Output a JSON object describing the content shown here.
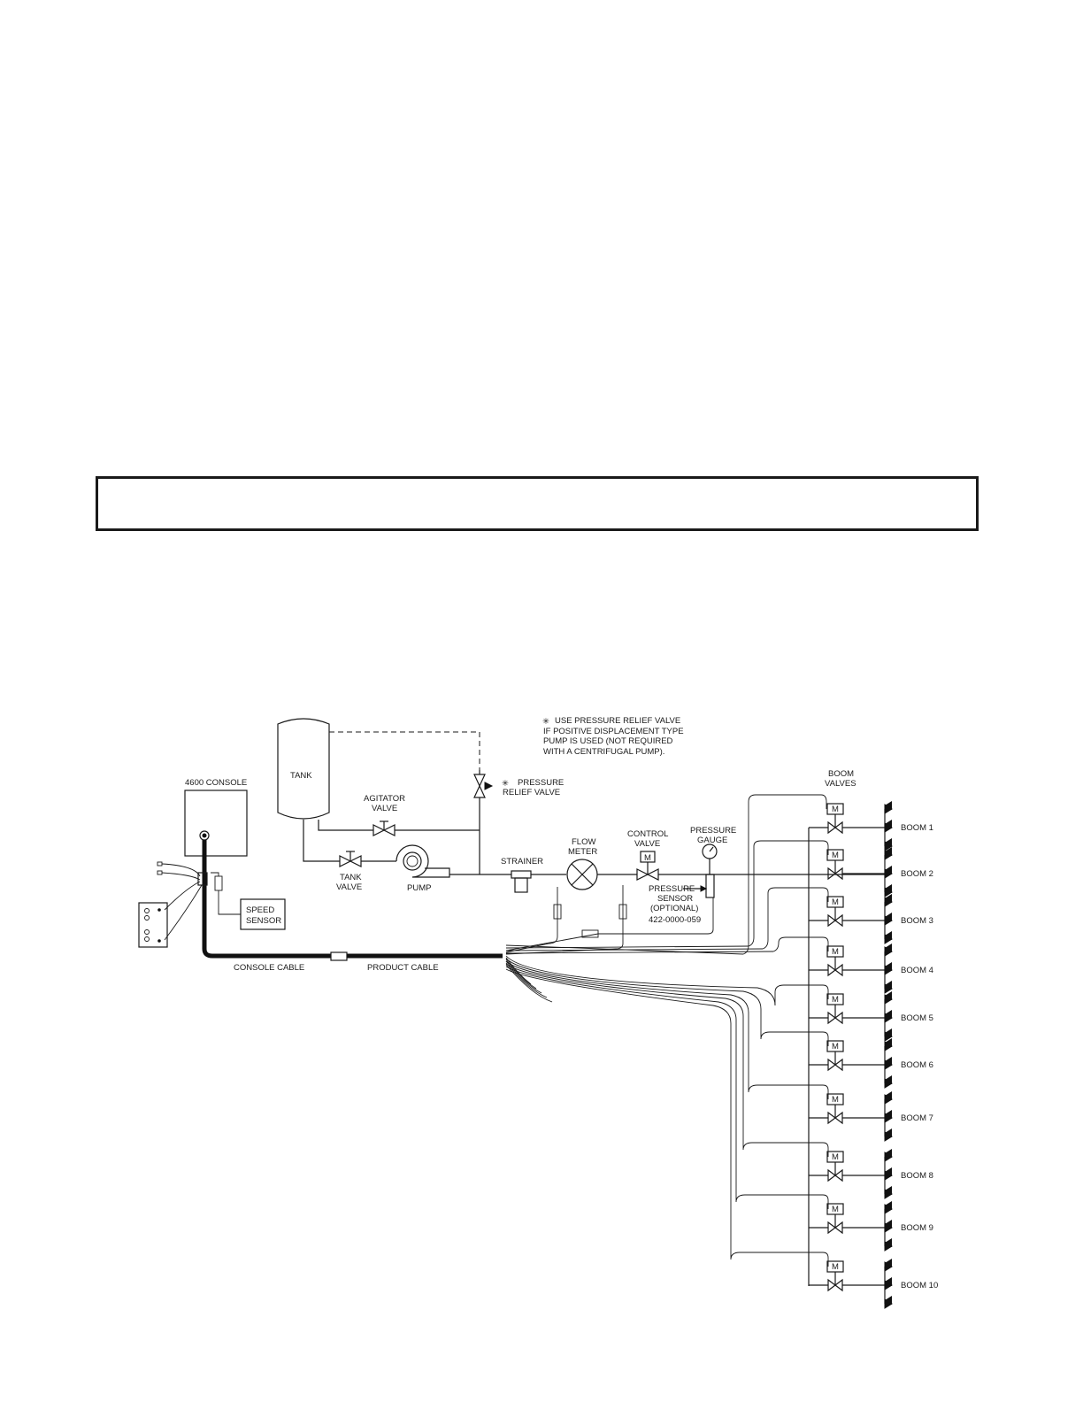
{
  "diagram": {
    "note": [
      "USE PRESSURE RELIEF VALVE",
      "IF POSITIVE DISPLACEMENT TYPE",
      "PUMP IS USED (NOT REQUIRED",
      "WITH A CENTRIFUGAL PUMP)."
    ],
    "labels": {
      "tank": "TANK",
      "console": "4600  CONSOLE",
      "agitator_1": "AGITATOR",
      "agitator_2": "VALVE",
      "relief_1": "PRESSURE",
      "relief_2": "RELIEF  VALVE",
      "tank_valve_1": "TANK",
      "tank_valve_2": "VALVE",
      "pump": "PUMP",
      "strainer": "STRAINER",
      "flow_1": "FLOW",
      "flow_2": "METER",
      "control_1": "CONTROL",
      "control_2": "VALVE",
      "gauge_1": "PRESSURE",
      "gauge_2": "GAUGE",
      "sensor_1": "PRESSURE",
      "sensor_2": "SENSOR",
      "sensor_3": "(OPTIONAL)",
      "sensor_4": "422-0000-059",
      "speed_1": "SPEED",
      "speed_2": "SENSOR",
      "console_cable": "CONSOLE  CABLE",
      "product_cable": "PRODUCT  CABLE",
      "boom_valves_1": "BOOM",
      "boom_valves_2": "VALVES",
      "motor": "M",
      "star": "✳"
    },
    "booms": [
      "BOOM  1",
      "BOOM  2",
      "BOOM  3",
      "BOOM  4",
      "BOOM  5",
      "BOOM  6",
      "BOOM  7",
      "BOOM  8",
      "BOOM  9",
      "BOOM  10"
    ]
  }
}
